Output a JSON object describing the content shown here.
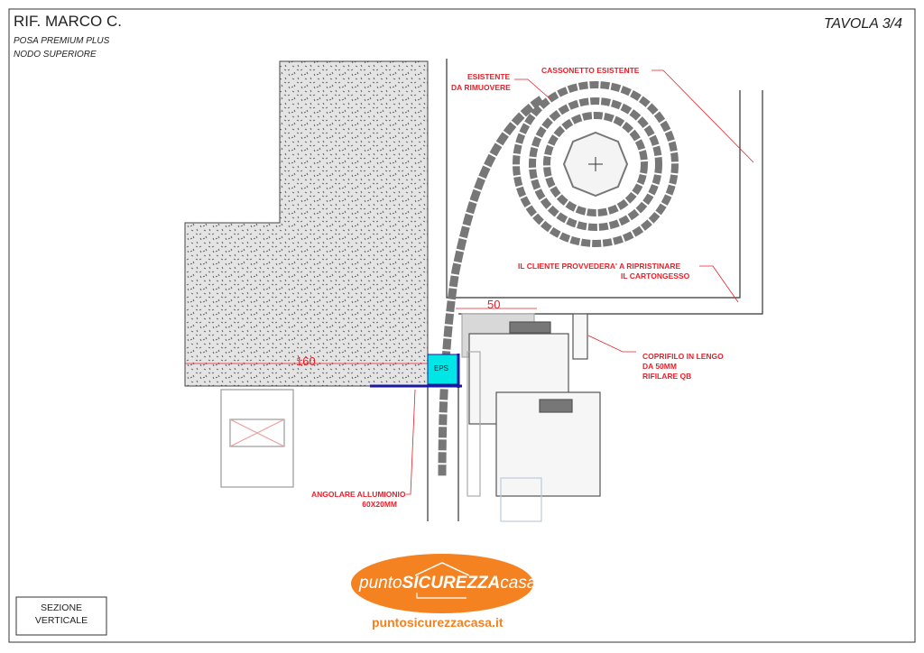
{
  "header": {
    "ref": "RIF. MARCO C.",
    "subtitle1": "POSA PREMIUM PLUS",
    "subtitle2": "NODO SUPERIORE",
    "sheet": "TAVOLA 3/4"
  },
  "labels": {
    "existing_remove_1": "ESISTENTE",
    "existing_remove_2": "DA RIMUOVERE",
    "box_existing": "CASSONETTO ESISTENTE",
    "client_1": "IL CLIENTE PROVVEDERA' A RIPRISTINARE",
    "client_2": "IL CARTONGESSO",
    "trim_1": "COPRIFILO IN LENGO",
    "trim_2": "DA 50MM",
    "trim_3": "RIFILARE QB",
    "angle_1": "ANGOLARE ALLUMIONIO",
    "angle_2": "60X20MM",
    "dim_160": "160",
    "dim_50": "50",
    "eps": "EPS"
  },
  "section_box": {
    "line1": "SEZIONE",
    "line2": "VERTICALE"
  },
  "logo": {
    "brand_a": "punto",
    "brand_b": "SICUREZZA",
    "brand_c": "casa",
    "url": "puntosicurezzacasa.it"
  },
  "colors": {
    "annotation": "#e8202a",
    "logo": "#f58220",
    "eps": "#00e5e5",
    "angle": "#1a1aa0"
  }
}
